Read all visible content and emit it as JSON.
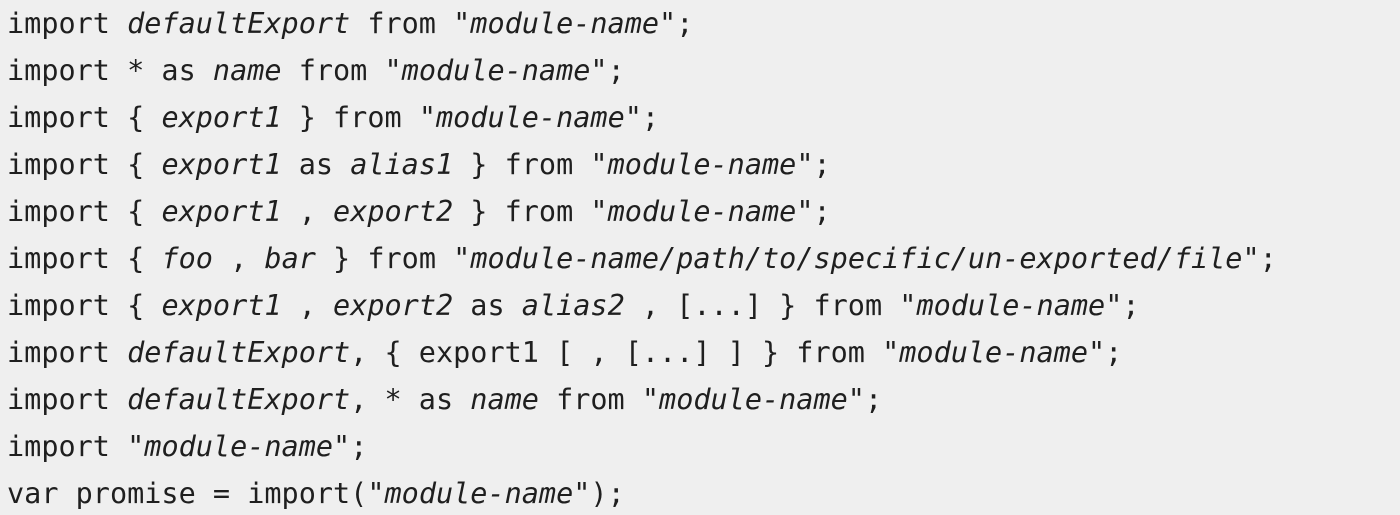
{
  "code": {
    "lines": [
      [
        {
          "text": "import ",
          "italic": false
        },
        {
          "text": "defaultExport",
          "italic": true
        },
        {
          "text": " from \"",
          "italic": false
        },
        {
          "text": "module-name",
          "italic": true
        },
        {
          "text": "\";",
          "italic": false
        }
      ],
      [
        {
          "text": "import * as ",
          "italic": false
        },
        {
          "text": "name",
          "italic": true
        },
        {
          "text": " from \"",
          "italic": false
        },
        {
          "text": "module-name",
          "italic": true
        },
        {
          "text": "\";",
          "italic": false
        }
      ],
      [
        {
          "text": "import { ",
          "italic": false
        },
        {
          "text": "export1",
          "italic": true
        },
        {
          "text": " } from \"",
          "italic": false
        },
        {
          "text": "module-name",
          "italic": true
        },
        {
          "text": "\";",
          "italic": false
        }
      ],
      [
        {
          "text": "import { ",
          "italic": false
        },
        {
          "text": "export1",
          "italic": true
        },
        {
          "text": " as ",
          "italic": false
        },
        {
          "text": "alias1",
          "italic": true
        },
        {
          "text": " } from \"",
          "italic": false
        },
        {
          "text": "module-name",
          "italic": true
        },
        {
          "text": "\";",
          "italic": false
        }
      ],
      [
        {
          "text": "import { ",
          "italic": false
        },
        {
          "text": "export1",
          "italic": true
        },
        {
          "text": " , ",
          "italic": false
        },
        {
          "text": "export2",
          "italic": true
        },
        {
          "text": " } from \"",
          "italic": false
        },
        {
          "text": "module-name",
          "italic": true
        },
        {
          "text": "\";",
          "italic": false
        }
      ],
      [
        {
          "text": "import { ",
          "italic": false
        },
        {
          "text": "foo",
          "italic": true
        },
        {
          "text": " , ",
          "italic": false
        },
        {
          "text": "bar",
          "italic": true
        },
        {
          "text": " } from \"",
          "italic": false
        },
        {
          "text": "module-name/path/to/specific/un-exported/file",
          "italic": true
        },
        {
          "text": "\";",
          "italic": false
        }
      ],
      [
        {
          "text": "import { ",
          "italic": false
        },
        {
          "text": "export1",
          "italic": true
        },
        {
          "text": " , ",
          "italic": false
        },
        {
          "text": "export2",
          "italic": true
        },
        {
          "text": " as ",
          "italic": false
        },
        {
          "text": "alias2",
          "italic": true
        },
        {
          "text": " , [...] } from \"",
          "italic": false
        },
        {
          "text": "module-name",
          "italic": true
        },
        {
          "text": "\";",
          "italic": false
        }
      ],
      [
        {
          "text": "import ",
          "italic": false
        },
        {
          "text": "defaultExport",
          "italic": true
        },
        {
          "text": ", { export1 [ , [...] ] } from \"",
          "italic": false
        },
        {
          "text": "module-name",
          "italic": true
        },
        {
          "text": "\";",
          "italic": false
        }
      ],
      [
        {
          "text": "import ",
          "italic": false
        },
        {
          "text": "defaultExport",
          "italic": true
        },
        {
          "text": ", * as ",
          "italic": false
        },
        {
          "text": "name",
          "italic": true
        },
        {
          "text": " from \"",
          "italic": false
        },
        {
          "text": "module-name",
          "italic": true
        },
        {
          "text": "\";",
          "italic": false
        }
      ],
      [
        {
          "text": "import \"",
          "italic": false
        },
        {
          "text": "module-name",
          "italic": true
        },
        {
          "text": "\";",
          "italic": false
        }
      ],
      [
        {
          "text": "var promise = import(\"",
          "italic": false
        },
        {
          "text": "module-name",
          "italic": true
        },
        {
          "text": "\");",
          "italic": false
        }
      ]
    ]
  }
}
